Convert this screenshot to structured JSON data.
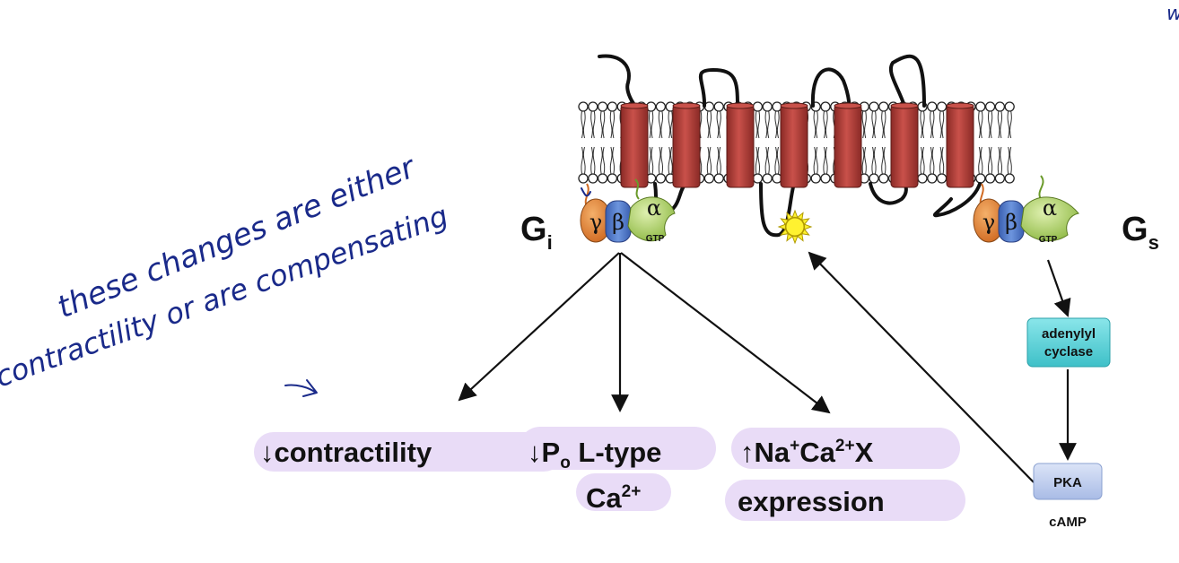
{
  "handwriting": {
    "line1": "these changes are either",
    "line2": "contractility or are compensating",
    "corner_mark": "w"
  },
  "diagram": {
    "gi_label": "G",
    "gi_sub": "i",
    "gs_label": "G",
    "gs_sub": "s",
    "gamma": "γ",
    "beta": "β",
    "alpha": "α",
    "gtp": "GTP",
    "adenylyl_cyclase_line1": "adenylyl",
    "adenylyl_cyclase_line2": "cyclase",
    "pka": "PKA",
    "camp": "cAMP",
    "effect1": "↓contractility",
    "effect2_arrow": "↓",
    "effect2_p": "P",
    "effect2_sub": "o",
    "effect2_rest": " L-type",
    "effect2_line2_base": "Ca",
    "effect2_line2_sup": "2+",
    "effect3_arrow": "↑",
    "effect3_na": "Na",
    "effect3_na_sup": "+",
    "effect3_ca": "Ca",
    "effect3_ca_sup": "2+",
    "effect3_x": "X",
    "effect3_line2": "expression"
  },
  "colors": {
    "helix": "#b8403a",
    "gamma": "#e0873a",
    "beta": "#4a74c4",
    "alpha": "#a6cc5a",
    "adenylyl_cyclase": "#5fd0d6",
    "pka": "#b9c8ea",
    "highlight": "#e9dcf7",
    "sun": "#fff230"
  }
}
